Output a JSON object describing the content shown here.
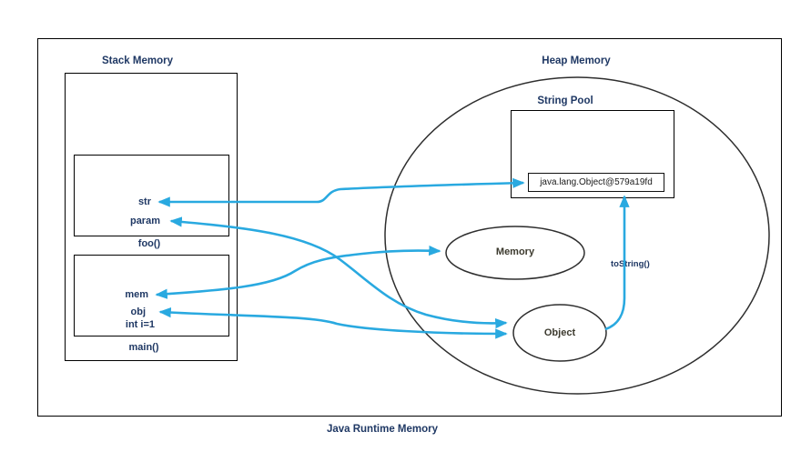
{
  "diagram": {
    "title": "Java Runtime Memory",
    "stack": {
      "title": "Stack Memory",
      "frames": [
        {
          "name": "foo()",
          "vars": [
            {
              "label": "str"
            },
            {
              "label": "param"
            }
          ]
        },
        {
          "name": "main()",
          "vars": [
            {
              "label": "mem"
            },
            {
              "label": "obj"
            },
            {
              "label": "int i=1"
            }
          ]
        }
      ]
    },
    "heap": {
      "title": "Heap Memory",
      "string_pool": {
        "title": "String Pool",
        "entry": "java.lang.Object@579a19fd"
      },
      "objects": [
        {
          "label": "Memory"
        },
        {
          "label": "Object"
        }
      ],
      "method_call": "toString()"
    },
    "connections": [
      {
        "from": "str",
        "to": "string-pool-entry",
        "heads": "both"
      },
      {
        "from": "param",
        "to": "object-ellipse",
        "heads": "both"
      },
      {
        "from": "mem",
        "to": "memory-ellipse",
        "heads": "both"
      },
      {
        "from": "obj",
        "to": "object-ellipse",
        "heads": "both"
      },
      {
        "from": "object-ellipse",
        "to": "string-pool-entry",
        "heads": "end",
        "label": "toString()"
      }
    ],
    "colors": {
      "arrow": "#29a9e0",
      "label_navy": "#1f3864",
      "object_text": "#3c3a2e",
      "entry_text": "#1a1a1a"
    }
  }
}
